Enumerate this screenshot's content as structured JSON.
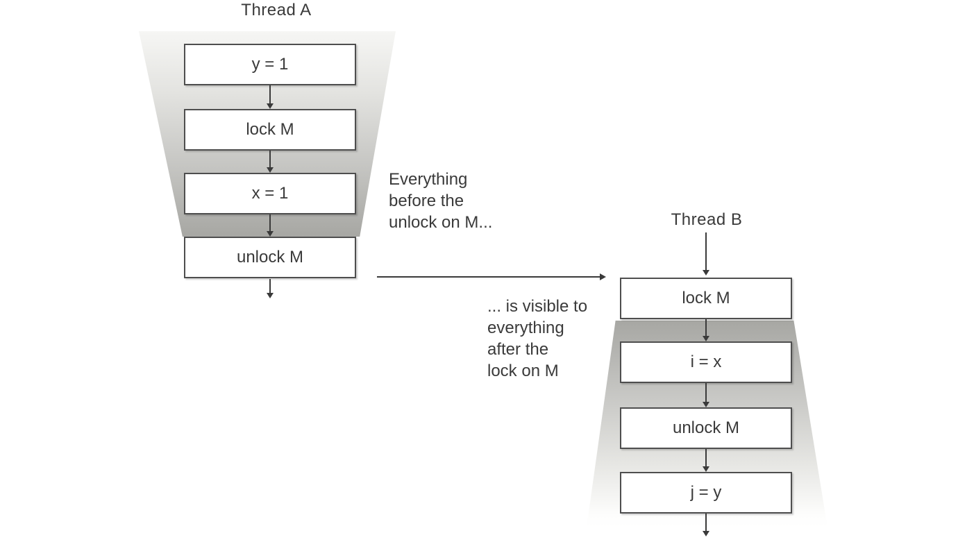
{
  "diagram": {
    "thread_a": {
      "title": "Thread A",
      "boxes": [
        "y = 1",
        "lock M",
        "x = 1",
        "unlock M"
      ]
    },
    "thread_b": {
      "title": "Thread B",
      "boxes": [
        "lock M",
        "i = x",
        "unlock M",
        "j = y"
      ]
    },
    "annotation_before": "Everything\nbefore the\nunlock on M...",
    "annotation_after": "... is visible to\neverything\nafter the\nlock on M",
    "colors": {
      "ink": "#3a3a3a",
      "box_border": "#4e4e4e",
      "shade_dark": "#a7a7a3",
      "shade_light": "#f6f6f4",
      "background": "#ffffff"
    }
  }
}
